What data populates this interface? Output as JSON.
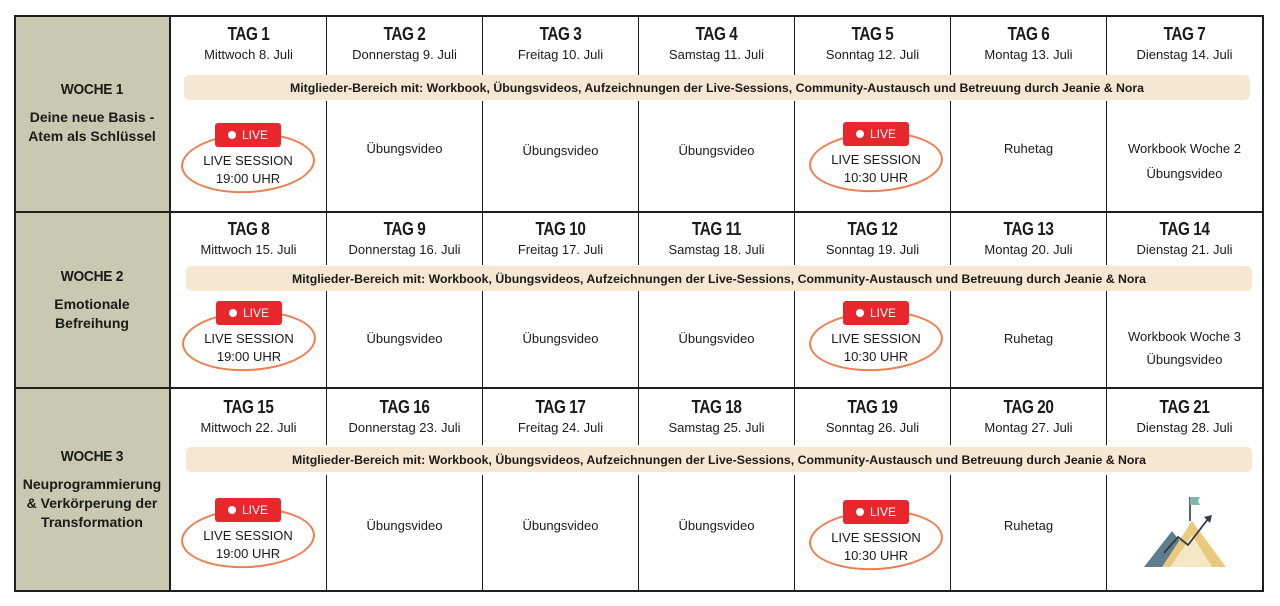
{
  "weeks": [
    {
      "title": "WOCHE 1",
      "subtitle": "Deine neue Basis - Atem als Schlüssel"
    },
    {
      "title": "WOCHE 2",
      "subtitle": "Emotionale Befreihung"
    },
    {
      "title": "WOCHE 3",
      "subtitle": "Neuprogrammierung & Verkörperung der Transformation"
    }
  ],
  "days": [
    [
      {
        "title": "TAG 1",
        "date": "Mittwoch 8. Juli"
      },
      {
        "title": "TAG 2",
        "date": "Donnerstag 9. Juli"
      },
      {
        "title": "TAG 3",
        "date": "Freitag 10. Juli"
      },
      {
        "title": "TAG 4",
        "date": "Samstag 11. Juli"
      },
      {
        "title": "TAG 5",
        "date": "Sonntag 12. Juli"
      },
      {
        "title": "TAG 6",
        "date": "Montag 13. Juli"
      },
      {
        "title": "TAG 7",
        "date": "Dienstag 14. Juli"
      }
    ],
    [
      {
        "title": "TAG 8",
        "date": "Mittwoch 15. Juli"
      },
      {
        "title": "TAG 9",
        "date": "Donnerstag 16. Juli"
      },
      {
        "title": "TAG 10",
        "date": "Freitag 17. Juli"
      },
      {
        "title": "TAG 11",
        "date": "Samstag 18. Juli"
      },
      {
        "title": "TAG 12",
        "date": "Sonntag 19. Juli"
      },
      {
        "title": "TAG 13",
        "date": "Montag 20. Juli"
      },
      {
        "title": "TAG 14",
        "date": "Dienstag 21. Juli"
      }
    ],
    [
      {
        "title": "TAG 15",
        "date": "Mittwoch 22. Juli"
      },
      {
        "title": "TAG 16",
        "date": "Donnerstag 23. Juli"
      },
      {
        "title": "TAG 17",
        "date": "Freitag 24. Juli"
      },
      {
        "title": "TAG 18",
        "date": "Samstag 25. Juli"
      },
      {
        "title": "TAG 19",
        "date": "Sonntag 26. Juli"
      },
      {
        "title": "TAG 20",
        "date": "Montag 27. Juli"
      },
      {
        "title": "TAG 21",
        "date": "Dienstag 28. Juli"
      }
    ]
  ],
  "banner": "Mitglieder-Bereich mit: Workbook, Übungsvideos, Aufzeichnungen der Live-Sessions, Community-Austausch und Betreuung durch Jeanie & Nora",
  "live_badge": "LIVE",
  "live_label": "LIVE SESSION",
  "live_times": {
    "wed": "19:00 UHR",
    "sun": "10:30 UHR"
  },
  "content": {
    "video": "Übungsvideo",
    "rest": "Ruhetag",
    "workbook_w2": "Workbook Woche 2",
    "workbook_w3": "Workbook Woche 3"
  },
  "colors": {
    "week_bg": "#c9c8b1",
    "banner_bg": "#f6e7d3",
    "live_red": "#e8272c",
    "ring_orange": "#ee7e4f"
  },
  "icons": {
    "final": "mountain-flag-icon"
  }
}
